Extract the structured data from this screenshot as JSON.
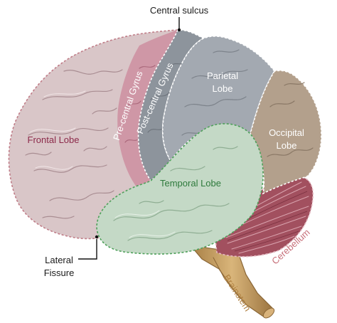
{
  "labels": {
    "central_sulcus": "Central sulcus",
    "frontal_lobe": "Frontal Lobe",
    "pre_central_gyrus": "Pre-central Gyrus",
    "post_central_gyrus": "Post-central Gyrus",
    "parietal_lobe_line1": "Parietal",
    "parietal_lobe_line2": "Lobe",
    "occipital_lobe_line1": "Occipital",
    "occipital_lobe_line2": "Lobe",
    "temporal_lobe": "Temporal Lobe",
    "lateral_fissure_line1": "Lateral",
    "lateral_fissure_line2": "Fissure",
    "cerebellum": "Cerebellum",
    "brainstem": "Brainstem"
  },
  "colors": {
    "frontal": "#d9c6c8",
    "frontal_edge": "#c07d88",
    "frontal_text": "#8c2a4a",
    "precentral": "#cf97a6",
    "precentral_edge": "#b45a73",
    "postcentral": "#8d949c",
    "parietal": "#a3a9b1",
    "occipital": "#b3a08c",
    "temporal": "#c4d9c6",
    "temporal_edge": "#4ea05a",
    "temporal_text": "#2e7a3c",
    "cerebellum": "#a2505f",
    "cerebellum_text": "#c7707a",
    "brainstem": "#c7a063",
    "brainstem_text": "#b08040"
  }
}
